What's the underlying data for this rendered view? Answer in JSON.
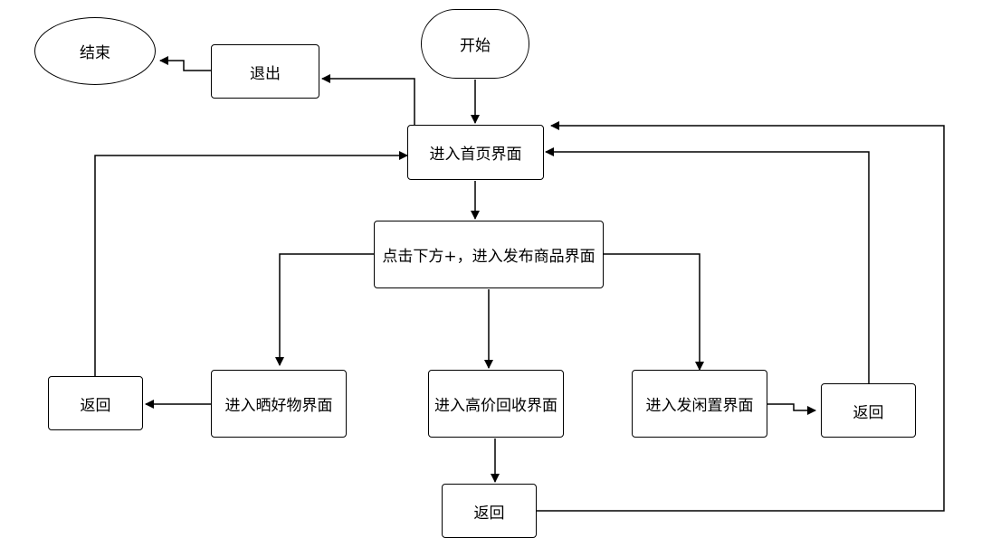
{
  "nodes": {
    "end": "结束",
    "exit": "退出",
    "start": "开始",
    "home": "进入首页界面",
    "publish": "点击下方+，进入发布商品界面",
    "share": "进入晒好物界面",
    "recycle": "进入高价回收界面",
    "idle": "进入发闲置界面",
    "back_left": "返回",
    "back_right": "返回",
    "back_bottom": "返回"
  },
  "colors": {
    "stroke": "#000000",
    "fill": "#ffffff"
  }
}
